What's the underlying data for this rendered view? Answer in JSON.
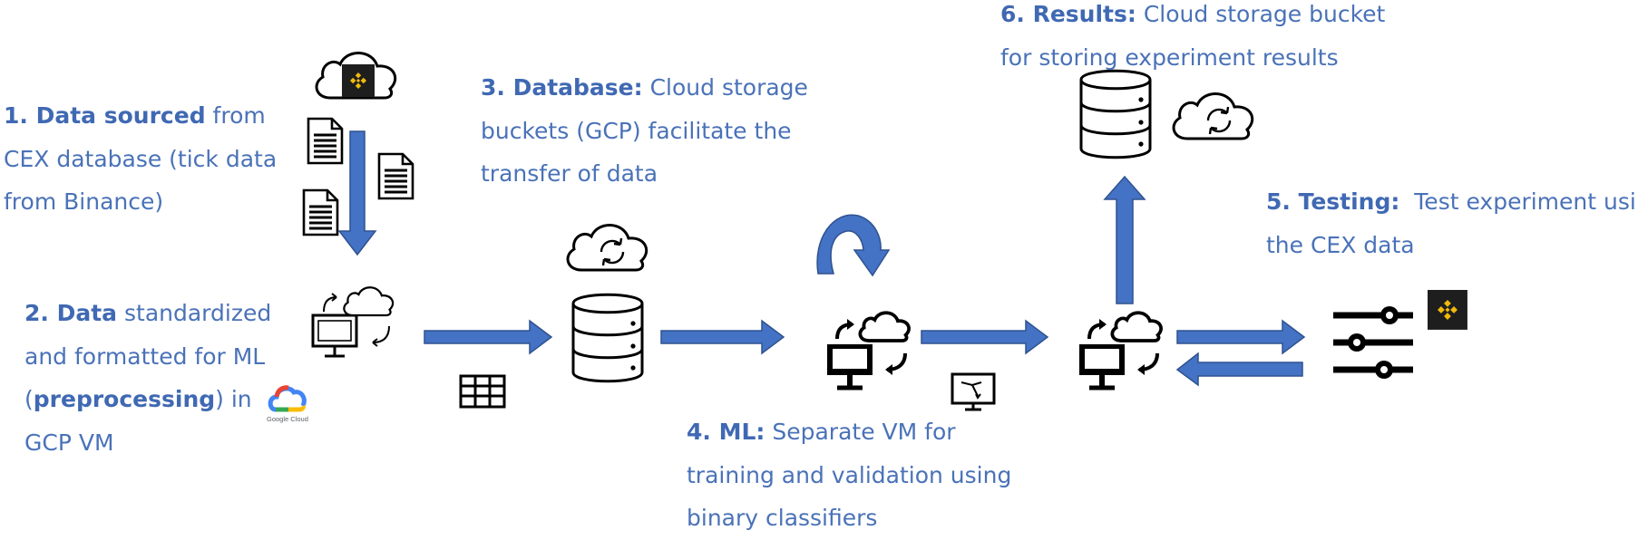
{
  "steps": {
    "step1": {
      "bold": "1. Data sourced",
      "line1_rest": " from",
      "line2": "CEX database (tick data",
      "line3": "from Binance)"
    },
    "step2": {
      "line1_bold": "2. Data",
      "line1_rest": " standardized",
      "line2": "and formatted for ML",
      "line3_open": "(",
      "line3_bold": "preprocessing",
      "line3_rest": ") in",
      "line4": "GCP VM"
    },
    "step3": {
      "bold": "3. Database:",
      "line1_rest": " Cloud storage",
      "line2": "buckets (GCP) facilitate the",
      "line3": "transfer of data"
    },
    "step4": {
      "bold": "4. ML:",
      "line1_rest": " Separate VM for",
      "line2": "training and validation using",
      "line3": "binary classifiers"
    },
    "step5": {
      "bold": "5. Testing:",
      "line1_rest": "  Test experiment using",
      "line2": "the CEX data"
    },
    "step6": {
      "bold": "6. Results:",
      "line1_rest": " Cloud storage bucket",
      "line2": "for storing experiment results"
    }
  },
  "logos": {
    "google_cloud_label": "Google Cloud"
  },
  "colors": {
    "caption_text": "#4a72b8",
    "arrow_fill": "#4472c4",
    "arrow_stroke": "#2f528f",
    "icon_stroke": "#000000",
    "binance_bg": "#1e1e1e",
    "binance_gold": "#f0b90b",
    "google_blue": "#4285f4",
    "google_red": "#ea4335",
    "google_yellow": "#fbbc05",
    "google_green": "#34a853"
  },
  "icons": [
    "cloud-icon",
    "binance-logo",
    "document-icon",
    "database-icon",
    "computer-icon",
    "table-grid-icon",
    "sliders-icon",
    "google-cloud-logo",
    "flow-arrow",
    "loop-arrow",
    "ml-model-icon"
  ]
}
